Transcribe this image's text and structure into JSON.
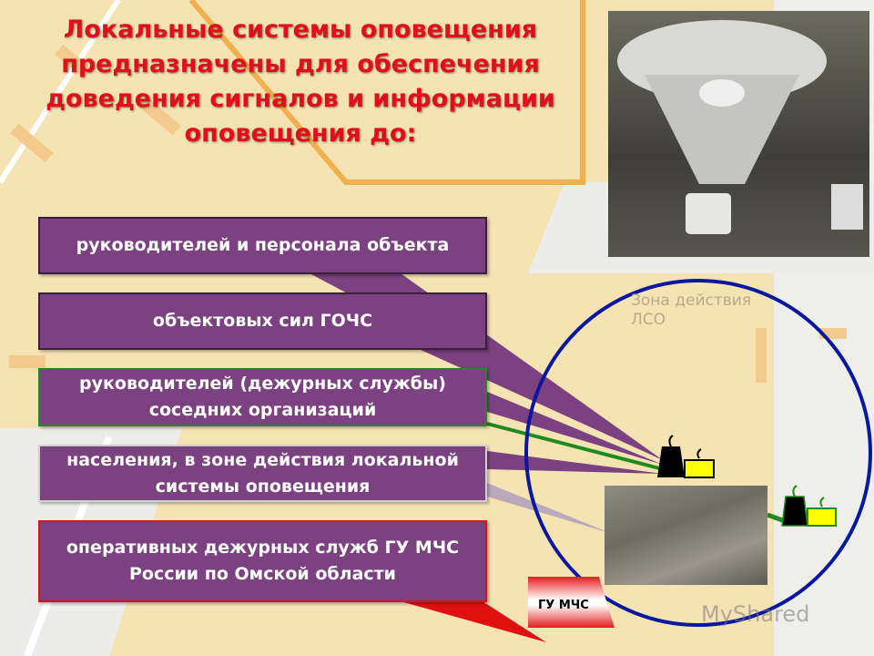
{
  "title": "Локальные системы оповещения предназначены для обеспечения доведения сигналов и информации оповещения до:",
  "recipients": [
    {
      "label": "руководителей и персонала объекта",
      "border": "#3a1f3d"
    },
    {
      "label": "объектовых сил ГОЧС",
      "border": "#3a1f3d"
    },
    {
      "label": "руководителей (дежурных службы) соседних организаций",
      "border": "#1f8a1f"
    },
    {
      "label": "населения, в зоне действия локальной системы оповещения",
      "border": "#d0d0d0"
    },
    {
      "label": "оперативных дежурных служб ГУ МЧС России по Омской области",
      "border": "#e01010"
    }
  ],
  "zone_label": "Зона действия ЛСО",
  "flag_label": "ГУ МЧС",
  "watermark": "MyShared",
  "colors": {
    "title": "#e0101a",
    "box_fill": "#7b4180",
    "zone_circle": "#0a18a0",
    "factory_fill": "#ffff00"
  }
}
